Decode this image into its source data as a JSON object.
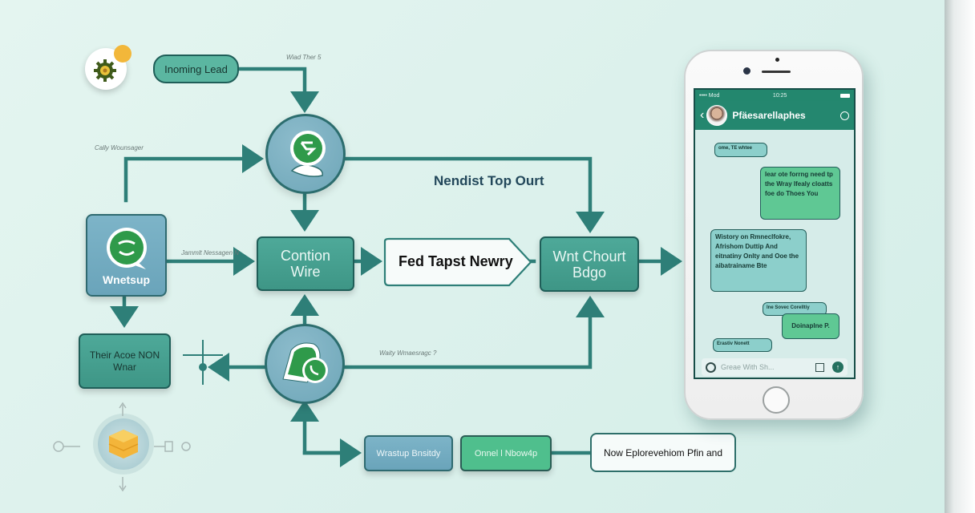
{
  "colors": {
    "teal_node": "#4ea999",
    "teal_stroke": "#2e7f78",
    "blue_node": "#7db4c8",
    "green_node": "#5fc894",
    "whatsapp_green": "#2f9a4a",
    "background": "#e0f3ee",
    "phone_header": "#24876f"
  },
  "nodes": {
    "incoming_lead": "Inoming Lead",
    "whatsapp_box": "Wnetsup",
    "contion_wire": [
      "Contion",
      "Wire"
    ],
    "fed_tapst": "Fed Tapst Newry",
    "wnt_chourt": [
      "Wnt Chourt",
      "Bdgo"
    ],
    "their_acoe": [
      "Their Acoe NON",
      "Wnar"
    ],
    "nendist_title": "Nendist Top Ourt",
    "bottom_blue": "Wrastup Bnsitdy",
    "bottom_green": "Onnel l Nbow4p",
    "bottom_white": "Now Eplorevehiom Pfin and"
  },
  "labels": {
    "wiad_ther": "Wiad Ther 5",
    "cally_wom": "Cally Wounsager",
    "jamml_message": "Jammlt Nessagen N",
    "waity_wmae": "Waity Wmaesragc ?"
  },
  "icons": {
    "gear_badge": "gear-icon",
    "whatsapp": "whatsapp-icon",
    "phone_chat": "phone-chat-icon",
    "cube": "cube-icon"
  },
  "phone": {
    "status": {
      "carrier": "•••• Mod",
      "time": "10:25"
    },
    "contact_name": "Pfäesarellaphes",
    "messages": [
      {
        "dir": "in",
        "text": "ome, TE whtee"
      },
      {
        "dir": "out",
        "text": "Iear ote forrng need tp the Wray Ifealy cloatts foe do Thoes You"
      },
      {
        "dir": "in",
        "text": "Wistory on Rmneclfokre, Afrishom Duttip And eitnatiny Onlty and Ooe the aibatrainame Bte"
      },
      {
        "dir": "in",
        "text": "Ine Sovec Corelltiy"
      },
      {
        "dir": "out",
        "text": "Doinaplne P."
      },
      {
        "dir": "in",
        "text": "Erastiv Nonett"
      }
    ],
    "input_placeholder": "Greae With Sh..."
  }
}
